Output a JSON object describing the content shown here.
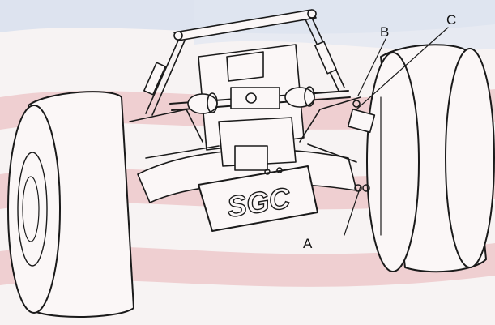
{
  "callouts": {
    "a": "A",
    "b": "B",
    "c": "C"
  },
  "skid_plate_logo": "SGC",
  "colors": {
    "flag_red": "#e9b4b6",
    "flag_white": "#f7f3f3",
    "flag_blue": "#c9d2e6",
    "line": "#1a1a1a",
    "tire_fill": "#fbf7f7"
  },
  "icons": [
    "flag-background",
    "wheel-left",
    "wheel-right",
    "suspension-frame",
    "steering-rack",
    "skid-plate"
  ]
}
